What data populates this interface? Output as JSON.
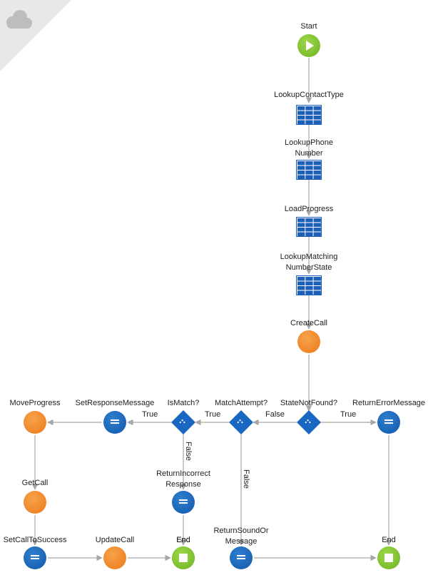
{
  "colors": {
    "edge": "#a6a6a6",
    "orange": "#ee7f22",
    "blue": "#1a67c2",
    "green": "#7cc12e",
    "corner": "#e8e8e8",
    "cloud": "#bdbdbd"
  },
  "corner_icon": "cloud-icon",
  "nodes": [
    {
      "id": "start",
      "kind": "start",
      "label": "Start"
    },
    {
      "id": "lookup_contact_type",
      "kind": "aggregate",
      "label": "LookupContactType"
    },
    {
      "id": "lookup_phone_number",
      "kind": "aggregate",
      "label": "LookupPhone\nNumber"
    },
    {
      "id": "load_progress",
      "kind": "aggregate",
      "label": "LoadProgress"
    },
    {
      "id": "lookup_matching_number_state",
      "kind": "aggregate",
      "label": "LookupMatching\nNumberState"
    },
    {
      "id": "create_call",
      "kind": "action",
      "label": "CreateCall"
    },
    {
      "id": "state_not_found",
      "kind": "if",
      "label": "StateNotFound?"
    },
    {
      "id": "return_error_message",
      "kind": "assign",
      "label": "ReturnErrorMessage"
    },
    {
      "id": "end_right",
      "kind": "end",
      "label": "End"
    },
    {
      "id": "match_attempt",
      "kind": "if",
      "label": "MatchAttempt?"
    },
    {
      "id": "return_sound_or_message",
      "kind": "assign",
      "label": "ReturnSoundOr\nMessage"
    },
    {
      "id": "is_match",
      "kind": "if",
      "label": "IsMatch?"
    },
    {
      "id": "return_incorrect_response",
      "kind": "assign",
      "label": "ReturnIncorrect\nResponse"
    },
    {
      "id": "end_middle",
      "kind": "end",
      "label": "End"
    },
    {
      "id": "set_response_message",
      "kind": "assign",
      "label": "SetResponseMessage"
    },
    {
      "id": "move_progress",
      "kind": "action",
      "label": "MoveProgress"
    },
    {
      "id": "get_call",
      "kind": "action",
      "label": "GetCall"
    },
    {
      "id": "set_call_to_success",
      "kind": "assign",
      "label": "SetCallToSuccess"
    },
    {
      "id": "update_call",
      "kind": "action",
      "label": "UpdateCall"
    },
    {
      "id": "end_left",
      "kind": "end",
      "label": "End"
    }
  ],
  "edges": [
    {
      "from": "start",
      "to": "lookup_contact_type",
      "label": ""
    },
    {
      "from": "lookup_contact_type",
      "to": "lookup_phone_number",
      "label": ""
    },
    {
      "from": "lookup_phone_number",
      "to": "load_progress",
      "label": ""
    },
    {
      "from": "load_progress",
      "to": "lookup_matching_number_state",
      "label": ""
    },
    {
      "from": "lookup_matching_number_state",
      "to": "create_call",
      "label": ""
    },
    {
      "from": "create_call",
      "to": "state_not_found",
      "label": ""
    },
    {
      "from": "state_not_found",
      "to": "return_error_message",
      "label": "True"
    },
    {
      "from": "return_error_message",
      "to": "end_right",
      "label": ""
    },
    {
      "from": "state_not_found",
      "to": "match_attempt",
      "label": "False"
    },
    {
      "from": "match_attempt",
      "to": "is_match",
      "label": "True"
    },
    {
      "from": "match_attempt",
      "to": "return_sound_or_message",
      "label": "False"
    },
    {
      "from": "return_sound_or_message",
      "to": "end_right",
      "label": ""
    },
    {
      "from": "is_match",
      "to": "set_response_message",
      "label": "True"
    },
    {
      "from": "is_match",
      "to": "return_incorrect_response",
      "label": "False"
    },
    {
      "from": "return_incorrect_response",
      "to": "end_middle",
      "label": ""
    },
    {
      "from": "set_response_message",
      "to": "move_progress",
      "label": ""
    },
    {
      "from": "move_progress",
      "to": "get_call",
      "label": ""
    },
    {
      "from": "get_call",
      "to": "set_call_to_success",
      "label": ""
    },
    {
      "from": "set_call_to_success",
      "to": "update_call",
      "label": ""
    },
    {
      "from": "update_call",
      "to": "end_left",
      "label": ""
    }
  ]
}
